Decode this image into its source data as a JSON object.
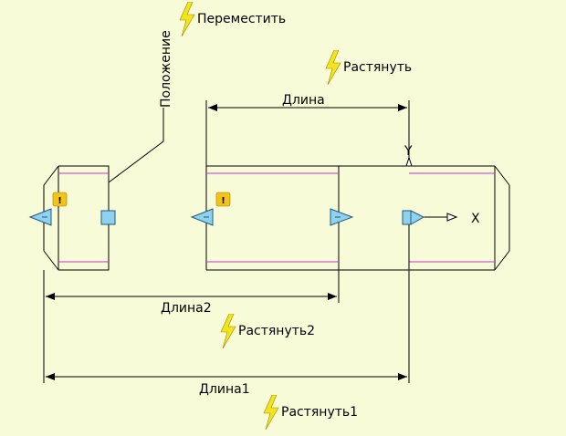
{
  "actions": {
    "move": "Переместить",
    "stretch": "Растянуть",
    "stretch2": "Растянуть2",
    "stretch1": "Растянуть1"
  },
  "parameters": {
    "position": "Положение",
    "length": "Длина",
    "length2": "Длина2",
    "length1": "Длина1"
  },
  "axes": {
    "x": "X",
    "y": "Y"
  },
  "colors": {
    "background": "#f8fbd8",
    "geometry": "#000000",
    "magenta_line": "#cc33cc",
    "grip": "#8fd2f0",
    "bolt": "#f4e41c",
    "warning": "#f2c318"
  }
}
